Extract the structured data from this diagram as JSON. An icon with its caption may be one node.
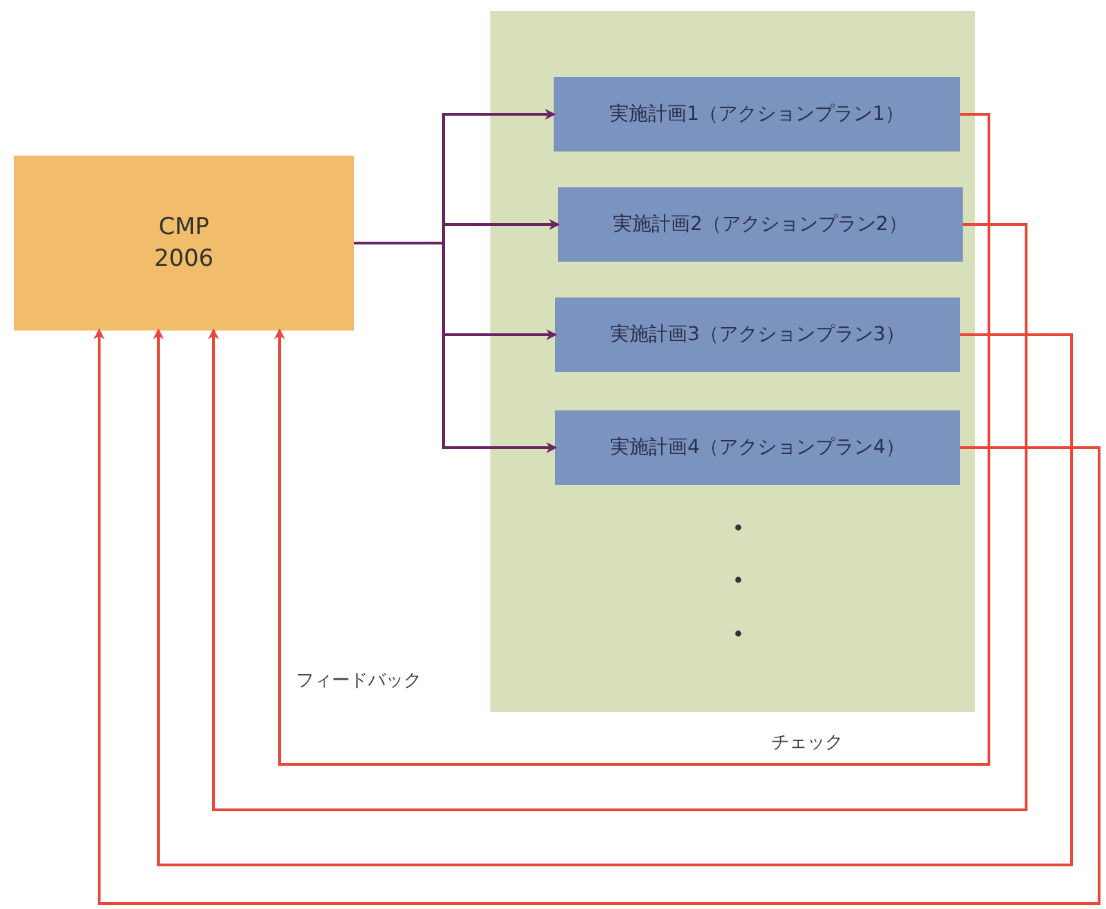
{
  "diagram": {
    "nodes": [
      {
        "text": [
          "CMP 2006"
        ]
      },
      {
        "text": [],
        "shape": "box"
      },
      {
        "text": [
          "実施計画1（アクションプラン1）"
        ],
        "in": 1
      },
      {
        "text": [
          "実施計画2（アクションプラン2）"
        ],
        "in": 1
      },
      {
        "text": [
          "実施計画3（アクションプラン3）"
        ],
        "in": 1
      },
      {
        "text": [
          "実施計画4（アクションプラン4）"
        ],
        "in": 1
      }
    ],
    "edges": [
      {
        "from": 0,
        "to": 2,
        "arrow": "to",
        "color": "#6b2463"
      },
      {
        "from": 0,
        "to": 3,
        "arrow": "to",
        "color": "#6b2463"
      },
      {
        "from": 0,
        "to": 4,
        "arrow": "to",
        "color": "#6b2463"
      },
      {
        "from": 0,
        "to": 5,
        "arrow": "to",
        "color": "#6b2463"
      },
      {
        "from": 2,
        "to": 0,
        "arrow": "to",
        "color": "#e8473a"
      },
      {
        "from": 3,
        "to": 0,
        "arrow": "to",
        "color": "#e8473a"
      },
      {
        "from": 4,
        "to": 0,
        "arrow": "to",
        "color": "#e8473a"
      },
      {
        "from": 5,
        "to": 0,
        "arrow": "to",
        "color": "#e8473a"
      }
    ],
    "labels": [
      "フィードバック",
      "チェック"
    ]
  }
}
